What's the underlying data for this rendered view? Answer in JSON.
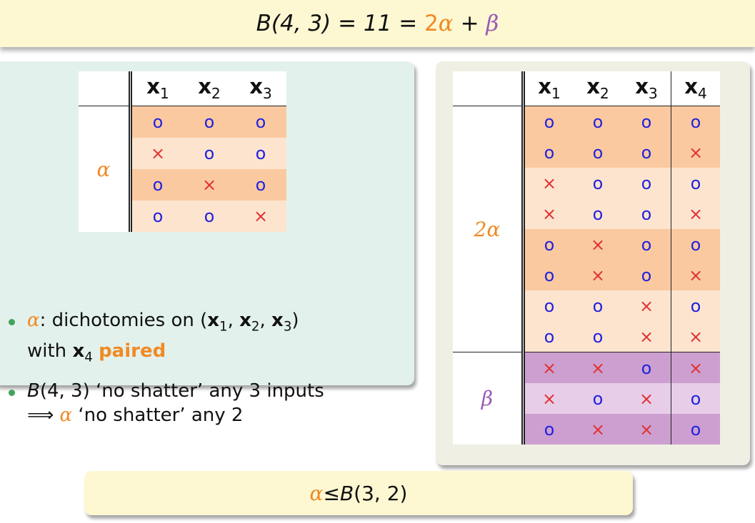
{
  "banner": {
    "lhs": "B(4, 3) = 11 = ",
    "two": "2",
    "alpha": "α",
    "plus": " + ",
    "beta": "β"
  },
  "left_table": {
    "headers": [
      "x",
      "x",
      "x"
    ],
    "header_subs": [
      "1",
      "2",
      "3"
    ],
    "row_label": "α",
    "rows": [
      [
        "o",
        "o",
        "o"
      ],
      [
        "×",
        "o",
        "o"
      ],
      [
        "o",
        "×",
        "o"
      ],
      [
        "o",
        "o",
        "×"
      ]
    ]
  },
  "right_table": {
    "headers": [
      "x",
      "x",
      "x",
      "x"
    ],
    "header_subs": [
      "1",
      "2",
      "3",
      "4"
    ],
    "group1_label": "2α",
    "group2_label": "β",
    "rows": [
      [
        "o",
        "o",
        "o",
        "o"
      ],
      [
        "o",
        "o",
        "o",
        "×"
      ],
      [
        "×",
        "o",
        "o",
        "o"
      ],
      [
        "×",
        "o",
        "o",
        "×"
      ],
      [
        "o",
        "×",
        "o",
        "o"
      ],
      [
        "o",
        "×",
        "o",
        "×"
      ],
      [
        "o",
        "o",
        "×",
        "o"
      ],
      [
        "o",
        "o",
        "×",
        "×"
      ],
      [
        "×",
        "×",
        "o",
        "×"
      ],
      [
        "×",
        "o",
        "×",
        "o"
      ],
      [
        "o",
        "×",
        "×",
        "o"
      ]
    ]
  },
  "bullets": {
    "b1_alpha": "α",
    "b1_text": ": dichotomies on (",
    "b1_x": "x",
    "b1_s1": "1",
    "b1_s2": "2",
    "b1_s3": "3",
    "b1_close": ")",
    "b1_line2": "with ",
    "b1_x4": "x",
    "b1_x4sub": "4",
    "b1_paired": "paired",
    "b2_B": "B",
    "b2_args": "(4, 3) ‘no shatter’ any 3 inputs",
    "b2_implies": "⟹",
    "b2_alpha": "α",
    "b2_rest": " ‘no shatter’ any 2"
  },
  "bottom": {
    "alpha": "α",
    "le": " ≤ ",
    "B": "B",
    "args": "(3, 2)"
  },
  "colors": {
    "orange": "#f08a24",
    "purple": "#9b59b6",
    "circle": "#2222dd",
    "cross": "#e03030",
    "peach_dark": "#fbc9a0",
    "peach_light": "#fde4cf",
    "lilac_dark": "#cd9fd0",
    "lilac_light": "#e8cde9"
  }
}
